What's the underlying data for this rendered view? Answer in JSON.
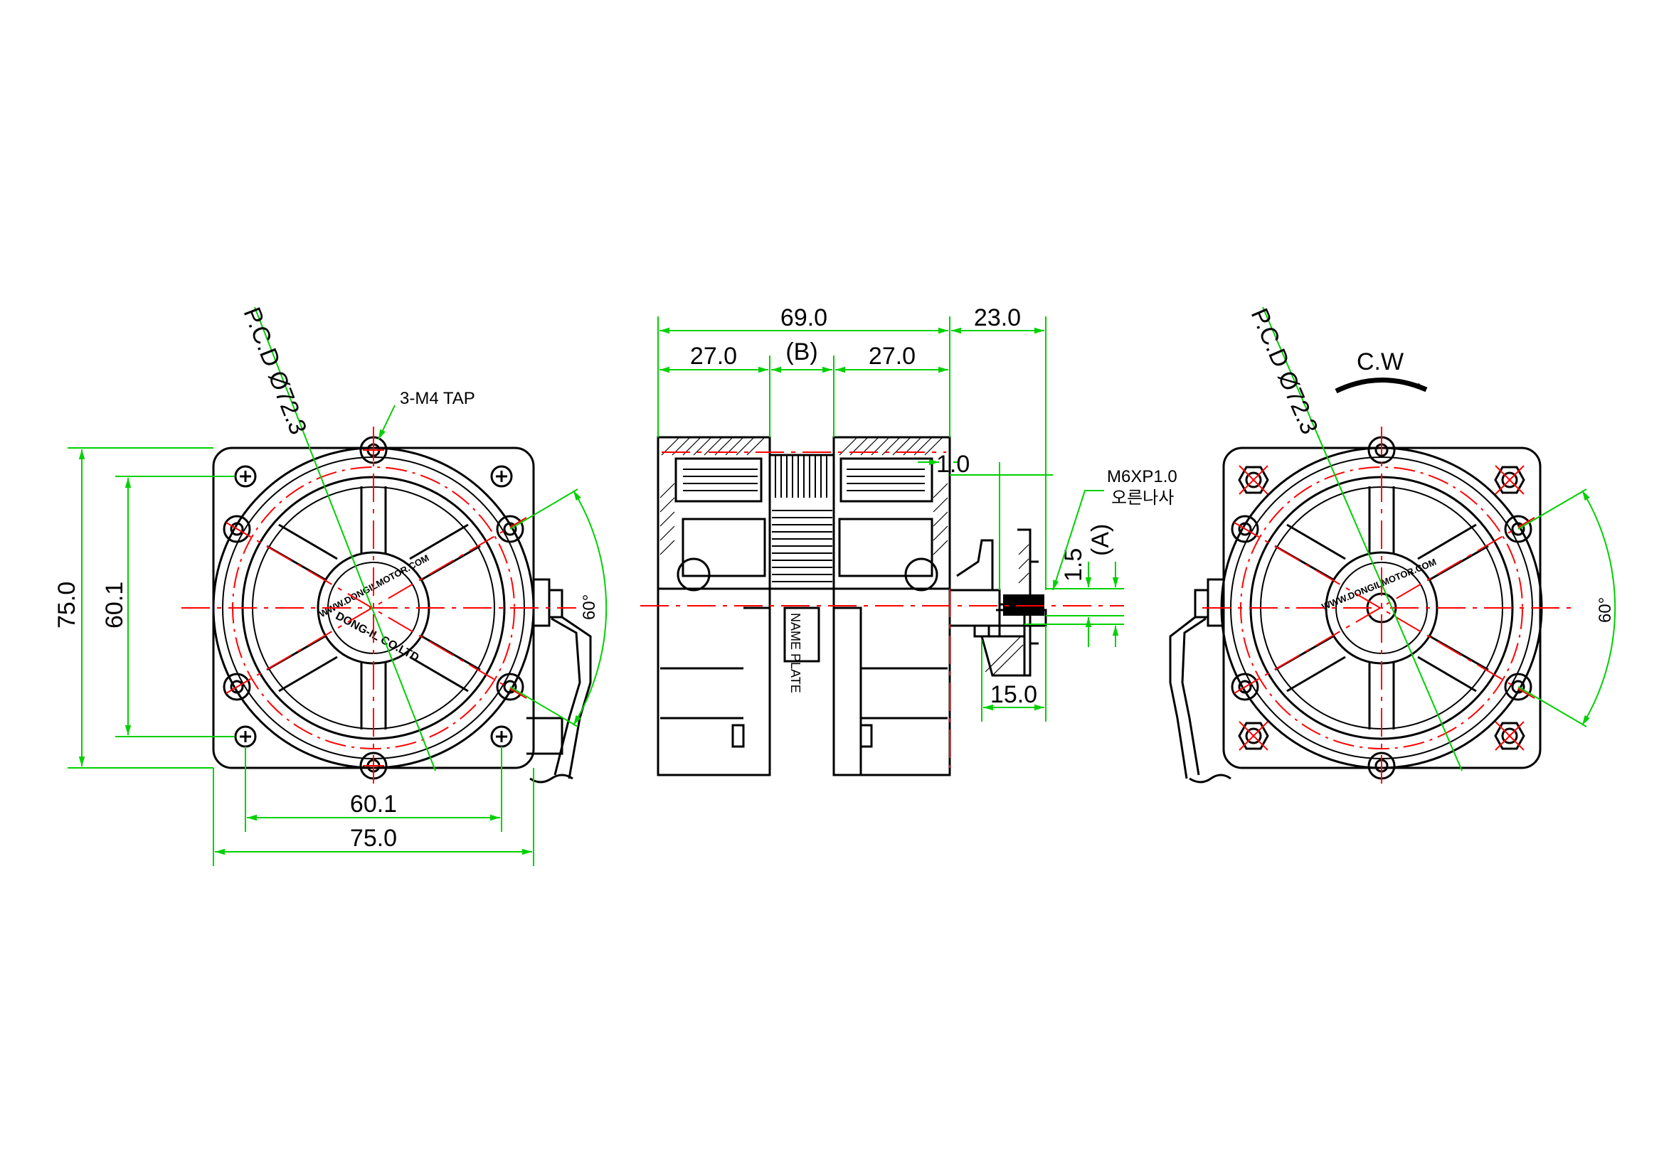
{
  "front_view": {
    "pcd": "P.C.D Ø72.3",
    "tap": "3-M4 TAP",
    "dim_height_outer": "75.0",
    "dim_height_inner": "60.1",
    "dim_width_inner": "60.1",
    "dim_width_outer": "75.0",
    "angle": "60°",
    "logo_url": "WWW.DONGILMOTOR.COM",
    "logo_company": "DONG-IL CO.LTD"
  },
  "side_view": {
    "dim_total": "69.0",
    "dim_shaft": "23.0",
    "dim_left": "27.0",
    "dim_center": "(B)",
    "dim_right": "27.0",
    "dim_flange": "1.0",
    "dim_step": "1.5",
    "dim_a": "(A)",
    "dim_screw": "15.0",
    "thread": "M6XP1.0",
    "thread_note": "오른나사",
    "nameplate": "NAME PLATE"
  },
  "back_view": {
    "pcd": "P.C.D Ø72.3",
    "rotation": "C.W",
    "angle": "60°",
    "logo_url": "WWW.DONGILMOTOR.COM"
  },
  "colors": {
    "outline": "#000000",
    "dimension": "#00d000",
    "centerline": "#ff0000"
  }
}
